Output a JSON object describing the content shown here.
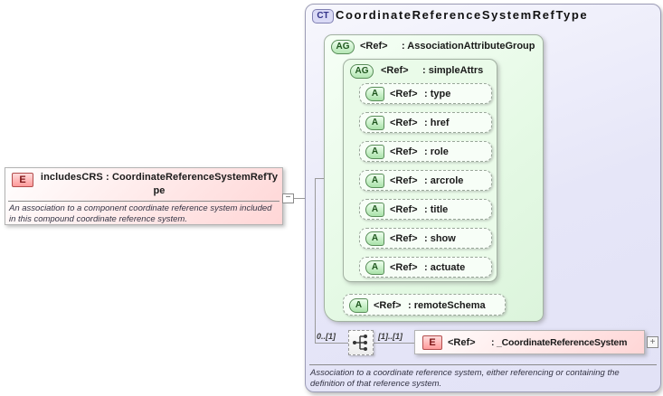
{
  "left_element": {
    "badge": "E",
    "title": "includesCRS : CoordinateReferenceSystemRefType",
    "description": "An association to a component coordinate reference system included in this compound coordinate reference system.",
    "collapse_glyph": "−"
  },
  "complex_type": {
    "badge": "CT",
    "title": "CoordinateReferenceSystemRefType",
    "annotation": "Association to a coordinate reference system, either referencing or containing the definition of that reference system.",
    "attribute_group": {
      "badge": "AG",
      "ref_label": "<Ref>",
      "name": ": AssociationAttributeGroup",
      "simple_attrs": {
        "badge": "AG",
        "ref_label": "<Ref>",
        "name": ": simpleAttrs",
        "attributes": [
          {
            "badge": "A",
            "ref_label": "<Ref>",
            "name": ": type"
          },
          {
            "badge": "A",
            "ref_label": "<Ref>",
            "name": ": href"
          },
          {
            "badge": "A",
            "ref_label": "<Ref>",
            "name": ": role"
          },
          {
            "badge": "A",
            "ref_label": "<Ref>",
            "name": ": arcrole"
          },
          {
            "badge": "A",
            "ref_label": "<Ref>",
            "name": ": title"
          },
          {
            "badge": "A",
            "ref_label": "<Ref>",
            "name": ": show"
          },
          {
            "badge": "A",
            "ref_label": "<Ref>",
            "name": ": actuate"
          }
        ]
      },
      "remote_schema": {
        "badge": "A",
        "ref_label": "<Ref>",
        "name": ": remoteSchema"
      }
    },
    "sequence": {
      "left_cardinality": "0..[1]",
      "right_cardinality": "[1]..[1]",
      "element_ref": {
        "badge": "E",
        "ref_label": "<Ref>",
        "name": ": _CoordinateReferenceSystem",
        "expand_glyph": "+"
      }
    }
  },
  "colors": {
    "element_fill": "#ffd6d6",
    "element_badge_border": "#b34d4d",
    "complex_type_fill": "#e6e6f8",
    "group_fill": "#e4f9e4",
    "connector": "#9a9a9a"
  }
}
